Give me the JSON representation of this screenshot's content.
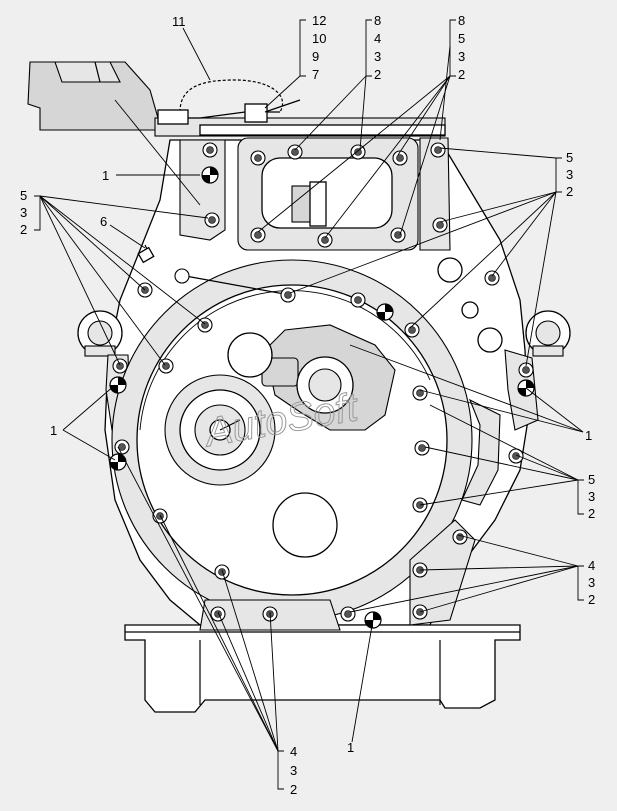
{
  "watermark": "AutoSoft",
  "callouts": {
    "top_left_wire": "11",
    "stack_top_1": [
      "12",
      "10",
      "9",
      "7"
    ],
    "stack_top_2": [
      "8",
      "4",
      "3",
      "2"
    ],
    "stack_top_3": [
      "8",
      "5",
      "3",
      "2"
    ],
    "stack_right_upper": [
      "5",
      "3",
      "2"
    ],
    "stack_left_upper": [
      "5",
      "3",
      "2"
    ],
    "left_marker": "1",
    "sensor": "6",
    "left_marker_lower": "1",
    "right_marker": "1",
    "stack_right_mid": [
      "5",
      "3",
      "2"
    ],
    "stack_right_low": [
      "4",
      "3",
      "2"
    ],
    "stack_bottom": [
      "4",
      "3",
      "2"
    ],
    "bottom_marker": "1"
  }
}
